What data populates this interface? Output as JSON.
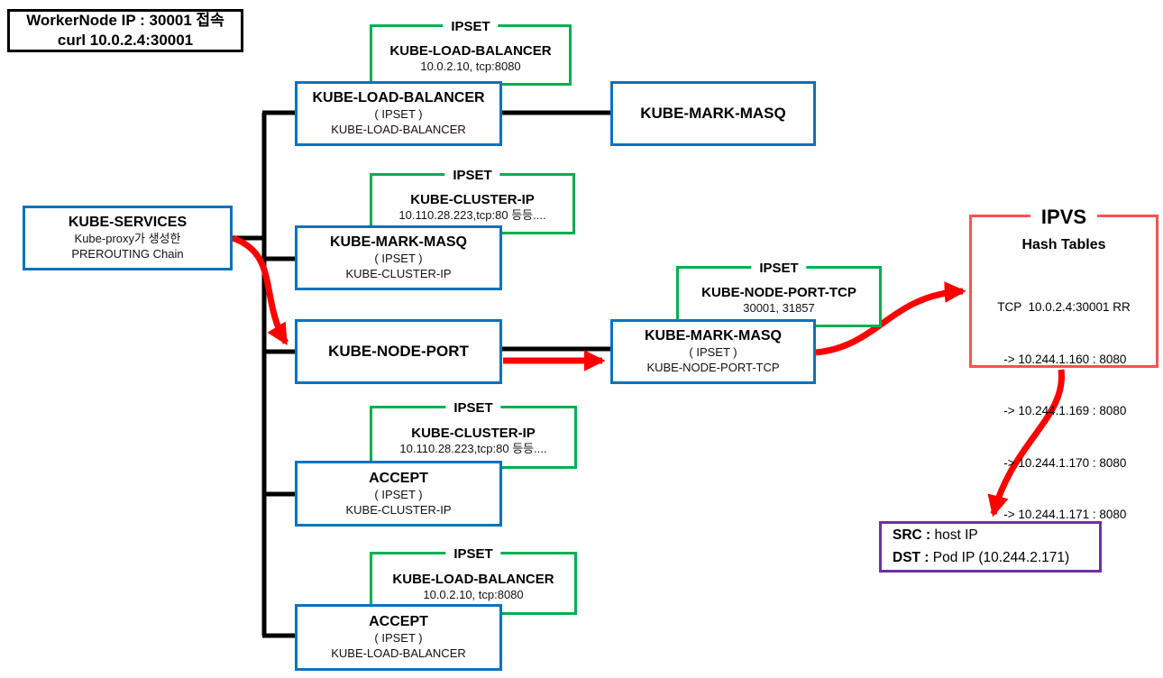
{
  "colors": {
    "chain_border_blue": "#0B72BE",
    "ipset_border_green": "#00B050",
    "ipvs_border_red": "#FF5050",
    "flow_arrow_red": "#FF0000",
    "result_border_purple": "#7030A0",
    "connector_black": "#000000"
  },
  "entry_note": {
    "line1": "WorkerNode IP : 30001 접속",
    "line2": "curl 10.0.2.4:30001"
  },
  "kube_services": {
    "title": "KUBE-SERVICES",
    "line1": "Kube-proxy가 생성한",
    "line2": "PREROUTING Chain"
  },
  "chains": {
    "load_balancer": {
      "title": "KUBE-LOAD-BALANCER",
      "sub1": "( IPSET )",
      "sub2": "KUBE-LOAD-BALANCER"
    },
    "mark_masq_top": {
      "title": "KUBE-MARK-MASQ"
    },
    "mark_masq_cluster": {
      "title": "KUBE-MARK-MASQ",
      "sub1": "( IPSET )",
      "sub2": "KUBE-CLUSTER-IP"
    },
    "node_port": {
      "title": "KUBE-NODE-PORT"
    },
    "mark_masq_nodeport": {
      "title": "KUBE-MARK-MASQ",
      "sub1": "( IPSET )",
      "sub2": "KUBE-NODE-PORT-TCP"
    },
    "accept_cluster": {
      "title": "ACCEPT",
      "sub1": "( IPSET )",
      "sub2": "KUBE-CLUSTER-IP"
    },
    "accept_lb": {
      "title": "ACCEPT",
      "sub1": "( IPSET )",
      "sub2": "KUBE-LOAD-BALANCER"
    }
  },
  "ipsets": {
    "lb_top": {
      "legend": "IPSET",
      "title": "KUBE-LOAD-BALANCER",
      "detail": "10.0.2.10, tcp:8080"
    },
    "cluster_mid": {
      "legend": "IPSET",
      "title": "KUBE-CLUSTER-IP",
      "detail": "10.110.28.223,tcp:80 등등...."
    },
    "nodeport_tcp": {
      "legend": "IPSET",
      "title": "KUBE-NODE-PORT-TCP",
      "detail": "30001, 31857"
    },
    "cluster_low": {
      "legend": "IPSET",
      "title": "KUBE-CLUSTER-IP",
      "detail": "10.110.28.223,tcp:80 등등...."
    },
    "lb_bottom": {
      "legend": "IPSET",
      "title": "KUBE-LOAD-BALANCER",
      "detail": "10.0.2.10, tcp:8080"
    }
  },
  "ipvs": {
    "legend": "IPVS",
    "title": "Hash Tables",
    "entry": "TCP  10.0.2.4:30001 RR",
    "targets": [
      "-> 10.244.1.160 : 8080",
      "-> 10.244.1.169 : 8080",
      "-> 10.244.1.170 : 8080",
      "-> 10.244.1.171 : 8080"
    ]
  },
  "result": {
    "src_label": "SRC :",
    "src_value": "host IP",
    "dst_label": "DST :",
    "dst_value": "Pod IP (10.244.2.171)"
  },
  "connections": [
    {
      "from": "kube-services",
      "to": "chain-kube-load-balancer",
      "style": "black-line"
    },
    {
      "from": "kube-services",
      "to": "chain-kube-mark-masq-cluster-ip",
      "style": "black-line"
    },
    {
      "from": "kube-services",
      "to": "chain-kube-node-port",
      "style": "black-line"
    },
    {
      "from": "kube-services",
      "to": "chain-accept-cluster-ip",
      "style": "black-line"
    },
    {
      "from": "kube-services",
      "to": "chain-accept-load-balancer",
      "style": "black-line"
    },
    {
      "from": "chain-kube-load-balancer",
      "to": "chain-kube-mark-masq-top",
      "style": "black-line"
    },
    {
      "from": "chain-kube-node-port",
      "to": "chain-kube-mark-masq-node-port-tcp",
      "style": "black-line"
    },
    {
      "from": "kube-services",
      "to": "chain-kube-node-port",
      "style": "red-flow-arrow"
    },
    {
      "from": "chain-kube-node-port",
      "to": "chain-kube-mark-masq-node-port-tcp",
      "style": "red-flow-arrow"
    },
    {
      "from": "chain-kube-mark-masq-node-port-tcp",
      "to": "ipvs-hash-tables",
      "style": "red-flow-arrow"
    },
    {
      "from": "ipvs-hash-tables",
      "to": "result-src-dst",
      "style": "red-flow-arrow"
    }
  ]
}
